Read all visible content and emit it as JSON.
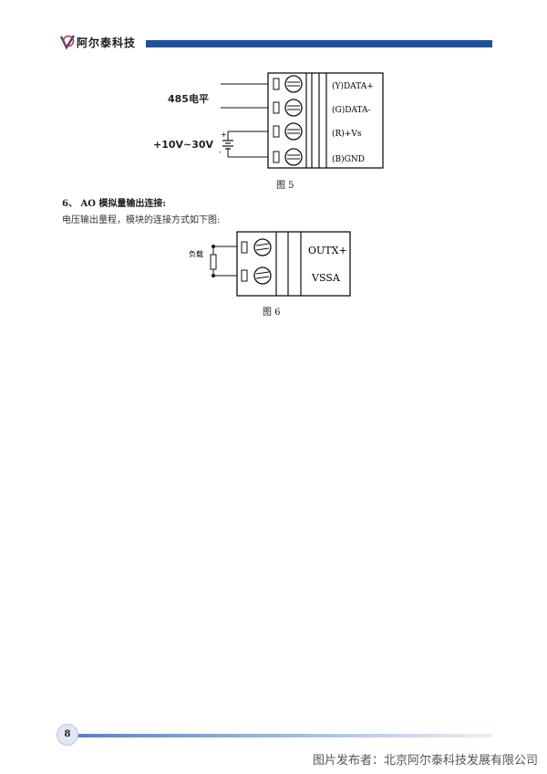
{
  "header": {
    "brand": "阿尔泰科技",
    "brand_color": "#1f4f9f"
  },
  "figure5": {
    "left_labels": {
      "rs485": "485电平",
      "power": "+10V~30V",
      "plus": "+",
      "minus": "-"
    },
    "terminals": [
      "(Y)DATA+",
      "(G)DATA-",
      "(R)+Vs",
      "(B)GND"
    ],
    "caption": "图 5"
  },
  "section": {
    "heading": "6、 AO 模拟量输出连接:",
    "description": "电压输出量程，模块的连接方式如下图:"
  },
  "figure6": {
    "load_label": "负载",
    "terminals": [
      "OUTX+",
      "VSSA"
    ],
    "caption": "图 6"
  },
  "footer": {
    "page_number": "8",
    "watermark": "图片发布者：北京阿尔泰科技发展有限公司"
  }
}
